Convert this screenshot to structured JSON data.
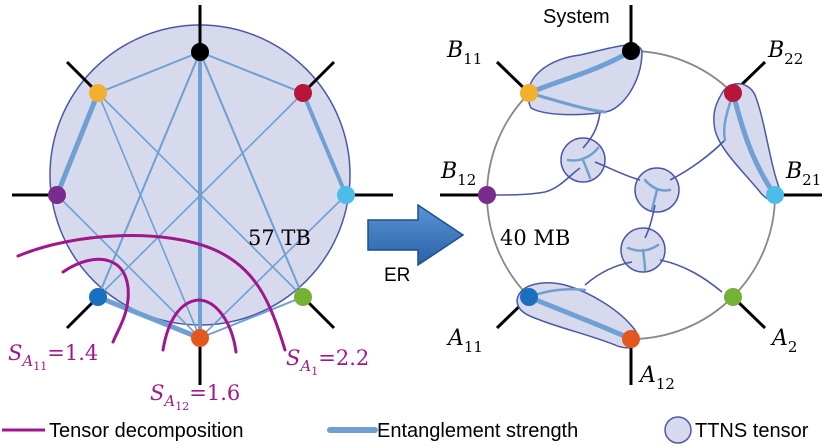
{
  "left_panel": {
    "size_label": "57 TB",
    "entropy_labels": {
      "s_a11": {
        "base": "S",
        "sub": "A",
        "subsub": "11",
        "value": "=1.4"
      },
      "s_a12": {
        "base": "S",
        "sub": "A",
        "subsub": "12",
        "value": "=1.6"
      },
      "s_a1": {
        "base": "S",
        "sub": "A",
        "subsub": "1",
        "value": "=2.2"
      }
    }
  },
  "arrow": {
    "label": "ER"
  },
  "right_panel": {
    "size_label": "40 MB",
    "system_label": "System",
    "node_labels": {
      "b11": {
        "base": "B",
        "sub": "11"
      },
      "b22": {
        "base": "B",
        "sub": "22"
      },
      "b12": {
        "base": "B",
        "sub": "12"
      },
      "b21": {
        "base": "B",
        "sub": "21"
      },
      "a11": {
        "base": "A",
        "sub": "11"
      },
      "a12": {
        "base": "A",
        "sub": "12"
      },
      "a2": {
        "base": "A",
        "sub": "2"
      }
    }
  },
  "legend": {
    "tensor_decomposition": "Tensor decomposition",
    "entanglement_strength": "Entanglement strength",
    "ttns_tensor": "TTNS tensor"
  },
  "colors": {
    "black": "#000000",
    "orange_yellow": "#f2b02e",
    "crimson": "#b5163a",
    "purple": "#7a2b8e",
    "sky": "#4cbde9",
    "blue": "#1b6fc1",
    "green": "#74b236",
    "orange": "#e2571d",
    "fill": "#d6daec",
    "line_blue": "#6f9fd3",
    "magenta": "#a0178c"
  }
}
